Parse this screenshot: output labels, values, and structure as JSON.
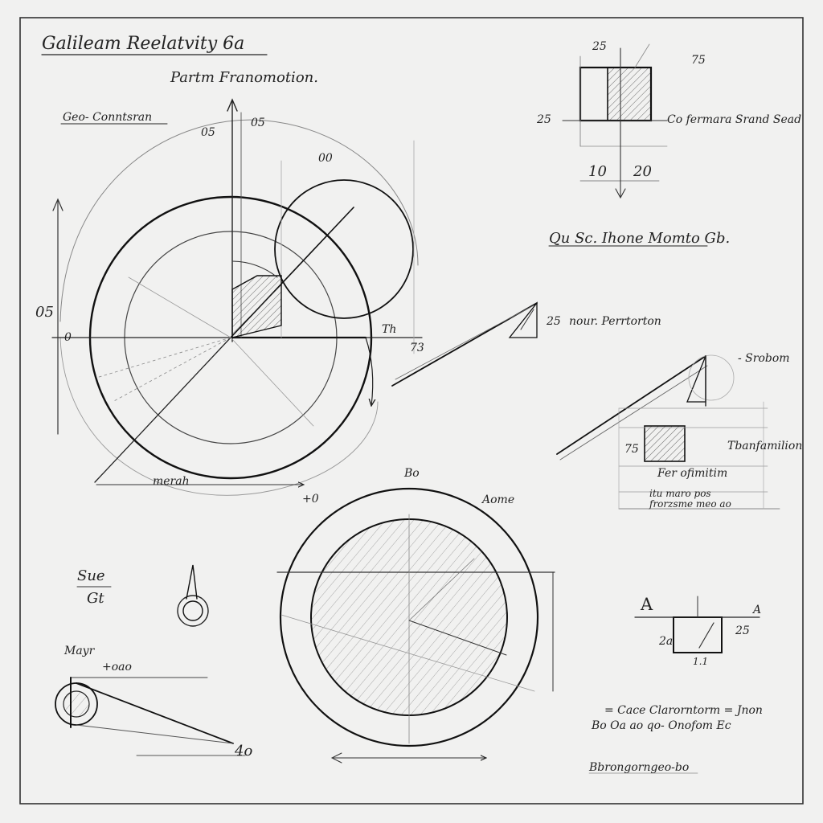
{
  "title": "Galileam Reelatvity 6a",
  "subtitle": "Partm Franomotion.",
  "section_labels": {
    "geo_construction": "Geo- Conntsran",
    "conformal_band": "Co fermara Srand Sead",
    "quasi_motion": "Qu Sc. Ihone Momto Gb.",
    "prom_perturbation": "nour. Perrtorton",
    "shobon": "- Srobom",
    "transformation": "Tbanfamilion",
    "for_construction": "Fer ofimitim",
    "note_line_1": "itu maro pos",
    "note_line_2": "frorzsme meo ao",
    "motion": "merah",
    "caption_line_1": "= Cace Clarorntorm = Jnon",
    "caption_line_2": "Bo Oa ao qo- Onofom Ec",
    "footer": "Bbrongorngeo-bo",
    "a_label": "A",
    "a2_label": "A",
    "bottom_circle_top": "Bo",
    "bottom_circle_note": "Aome",
    "small_left_top": "Sue",
    "small_left_bottom": "Gt",
    "left_cone_label": "Mayr",
    "left_cone_note": "+oao"
  },
  "numeric_labels": {
    "main_top": "05",
    "main_top2": "05",
    "small_circle": "00",
    "left_axis": "05",
    "left_zero": "0",
    "right_axis": "73",
    "right_axis2": "Th",
    "box_top_left": "25",
    "box_top_right": "75",
    "box_left": "25",
    "box_bottom_left": "10",
    "box_bottom_right": "20",
    "right_box_val": "25",
    "right_box_val2": "1.1",
    "mid_val": "25",
    "mid_val2": "75",
    "bottom_left_val": "4o",
    "lower_val": "+0",
    "br_val": "2a"
  }
}
